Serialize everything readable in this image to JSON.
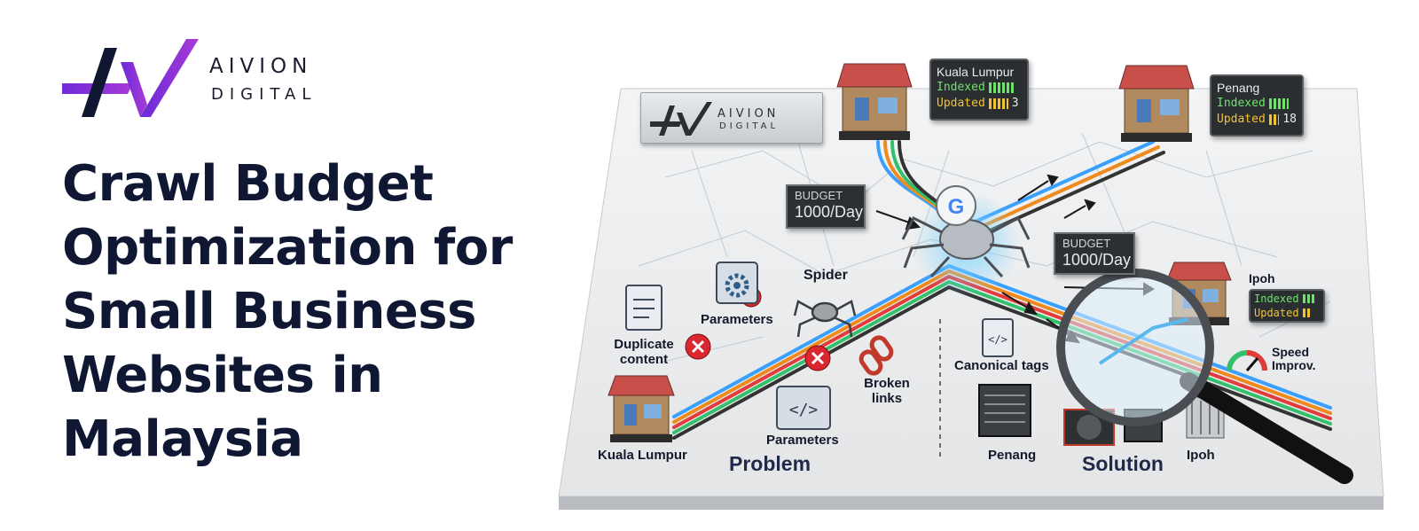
{
  "brand": {
    "line1": "AIVION",
    "line2": "DIGITAL"
  },
  "title": "Crawl Budget Optimization for Small Business Websites in Malaysia",
  "sign": {
    "line1": "AIVION",
    "line2": "DIGITAL"
  },
  "panels": {
    "kl": {
      "city": "Kuala Lumpur",
      "indexed": "Indexed",
      "updated": "Updated",
      "updated_count": "3"
    },
    "penang": {
      "city": "Penang",
      "indexed": "Indexed",
      "updated": "Updated",
      "updated_count": "18"
    },
    "ipoh": {
      "city": "Ipoh",
      "indexed": "Indexed",
      "updated": "Updated"
    }
  },
  "budgets": {
    "left": {
      "label": "BUDGET",
      "value": "1000/Day"
    },
    "right": {
      "label": "BUDGET",
      "value": "1000/Day"
    }
  },
  "labels": {
    "spider": "Spider",
    "parameters_top": "Parameters",
    "duplicate_content": "Duplicate content",
    "broken_links": "Broken links",
    "parameters_bottom": "Parameters",
    "kuala_lumpur": "Kuala Lumpur",
    "problem": "Problem",
    "canonical_tags": "Canonical tags",
    "penang": "Penang",
    "solution": "Solution",
    "ipoh": "Ipoh",
    "speed": "Speed Improv."
  },
  "colors": {
    "navy": "#0f1733",
    "purple": "#6a2bd8",
    "magenta": "#a83ad6",
    "red": "#d9282f",
    "green": "#6ee36a",
    "yellow": "#f1c232"
  },
  "icons": [
    "google-logo-icon",
    "spider-icon",
    "magnifier-icon",
    "gear-icon",
    "document-icon",
    "code-icon",
    "broken-link-icon",
    "error-icon",
    "speed-gauge-icon",
    "storefront-icon",
    "server-chip-icon"
  ]
}
